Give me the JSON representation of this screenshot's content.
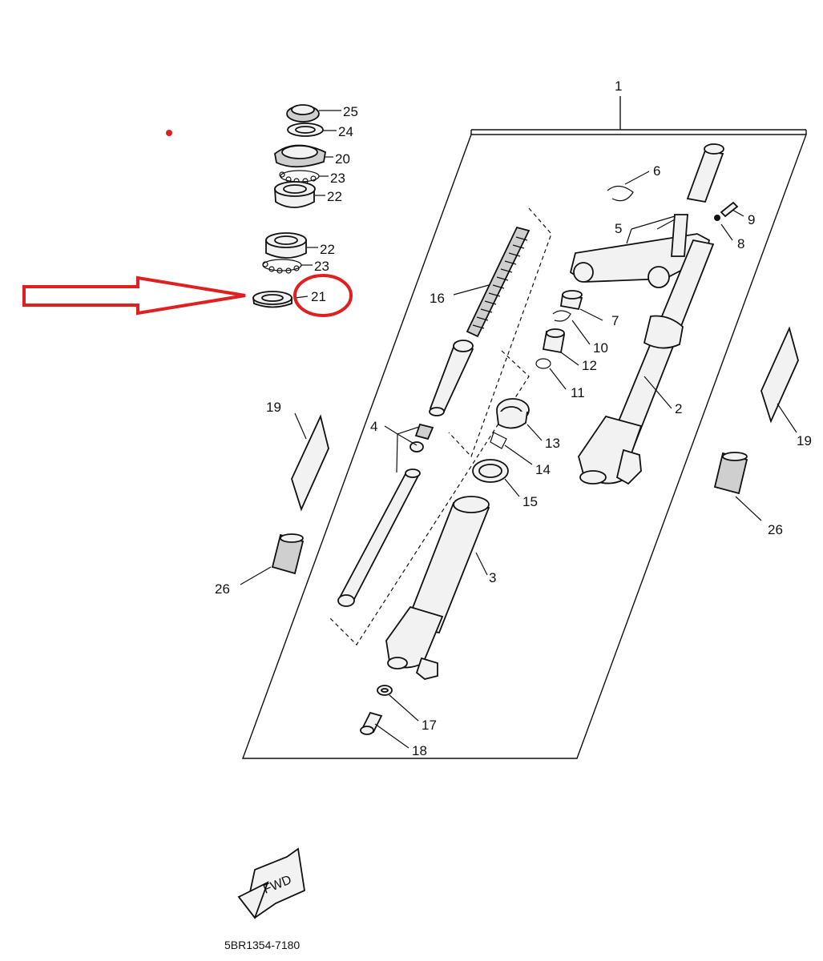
{
  "diagram": {
    "callouts": {
      "c1": "1",
      "c2": "2",
      "c3": "3",
      "c4": "4",
      "c5": "5",
      "c6": "6",
      "c7": "7",
      "c8": "8",
      "c9": "9",
      "c10": "10",
      "c11": "11",
      "c12": "12",
      "c13": "13",
      "c14": "14",
      "c15": "15",
      "c16": "16",
      "c17": "17",
      "c18": "18",
      "c19_left": "19",
      "c19_right": "19",
      "c20": "20",
      "c21": "21",
      "c22_top": "22",
      "c22_bottom": "22",
      "c23_top": "23",
      "c23_bottom": "23",
      "c24": "24",
      "c25": "25",
      "c26_left": "26",
      "c26_right": "26"
    },
    "fwd_label": "FWD",
    "part_code": "5BR1354-7180"
  },
  "colors": {
    "highlight": "#e02020",
    "linework": "#111111",
    "background": "#ffffff"
  },
  "highlighted_part": "21"
}
